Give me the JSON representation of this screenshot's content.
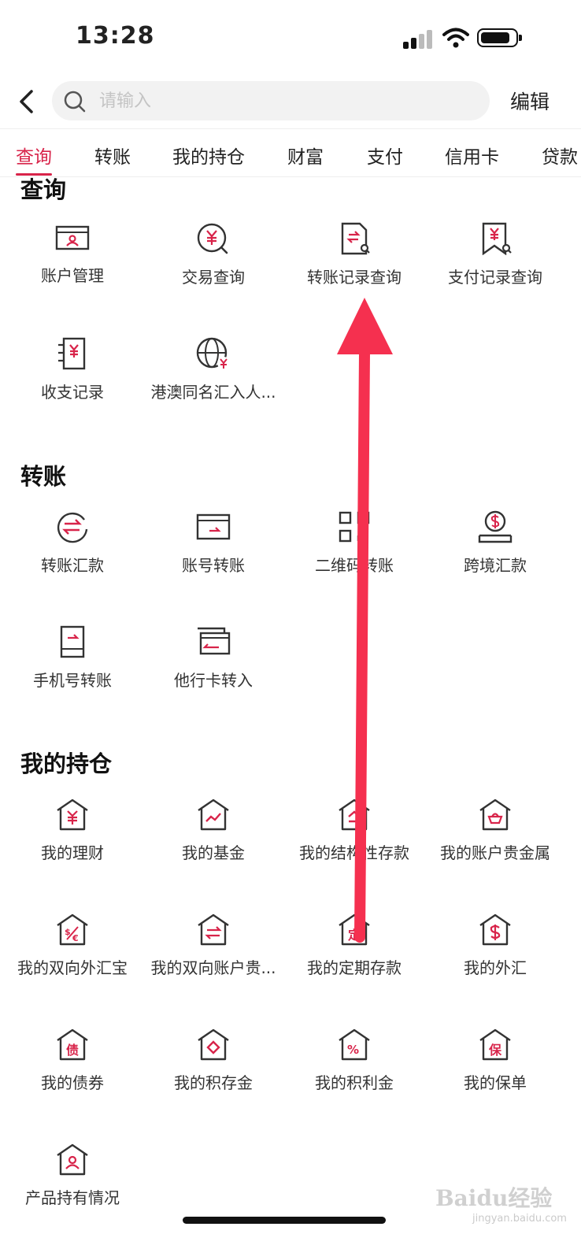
{
  "status_bar": {
    "time": "13:28"
  },
  "search": {
    "placeholder": "请输入",
    "edit_label": "编辑"
  },
  "tabs": [
    {
      "label": "查询",
      "active": true
    },
    {
      "label": "转账"
    },
    {
      "label": "我的持仓"
    },
    {
      "label": "财富"
    },
    {
      "label": "支付"
    },
    {
      "label": "信用卡"
    },
    {
      "label": "贷款"
    }
  ],
  "sections": {
    "query": {
      "title": "查询",
      "items": [
        {
          "label": "账户管理",
          "icon": "account-card-icon"
        },
        {
          "label": "交易查询",
          "icon": "yuan-search-icon"
        },
        {
          "label": "转账记录查询",
          "icon": "transfer-doc-search-icon"
        },
        {
          "label": "支付记录查询",
          "icon": "payment-bookmark-search-icon"
        },
        {
          "label": "收支记录",
          "icon": "ledger-yuan-icon"
        },
        {
          "label": "港澳同名汇入人...",
          "icon": "globe-yuan-icon"
        }
      ]
    },
    "transfer": {
      "title": "转账",
      "items": [
        {
          "label": "转账汇款",
          "icon": "transfer-circle-icon"
        },
        {
          "label": "账号转账",
          "icon": "card-transfer-icon"
        },
        {
          "label": "二维码转账",
          "icon": "qr-code-icon"
        },
        {
          "label": "跨境汇款",
          "icon": "dollar-coin-icon"
        },
        {
          "label": "手机号转账",
          "icon": "phone-transfer-icon"
        },
        {
          "label": "他行卡转入",
          "icon": "cards-in-icon"
        }
      ]
    },
    "holdings": {
      "title": "我的持仓",
      "items": [
        {
          "label": "我的理财",
          "icon": "house-yuan-icon"
        },
        {
          "label": "我的基金",
          "icon": "house-chart-icon"
        },
        {
          "label": "我的结构性存款",
          "icon": "house-structured-icon"
        },
        {
          "label": "我的账户贵金属",
          "icon": "house-gold-icon"
        },
        {
          "label": "我的双向外汇宝",
          "icon": "house-fx-icon"
        },
        {
          "label": "我的双向账户贵...",
          "icon": "house-exchange-icon"
        },
        {
          "label": "我的定期存款",
          "icon": "house-deposit-icon"
        },
        {
          "label": "我的外汇",
          "icon": "house-dollar-icon"
        },
        {
          "label": "我的债券",
          "icon": "house-bond-icon"
        },
        {
          "label": "我的积存金",
          "icon": "house-diamond-icon"
        },
        {
          "label": "我的积利金",
          "icon": "house-percent-icon"
        },
        {
          "label": "我的保单",
          "icon": "house-insurance-icon"
        },
        {
          "label": "产品持有情况",
          "icon": "house-user-icon"
        }
      ]
    }
  },
  "watermark": {
    "text": "Baidu经验",
    "sub": "jingyan.baidu.com"
  },
  "colors": {
    "accent": "#d8244a",
    "arrow": "#f5304f",
    "icon_stroke": "#333333"
  }
}
